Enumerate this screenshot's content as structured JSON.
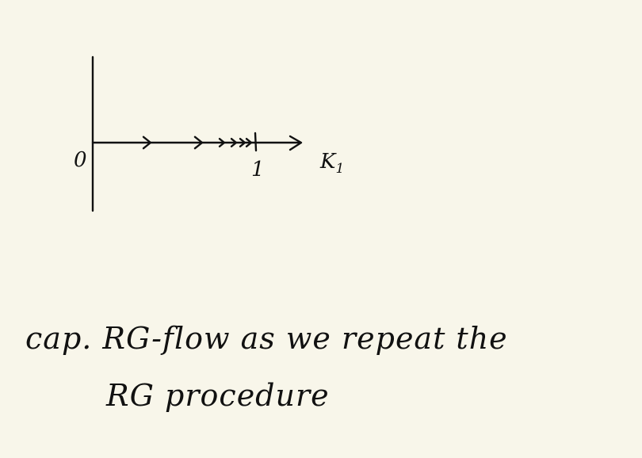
{
  "diagram": {
    "origin_label": "0",
    "tick_label": "1",
    "axis_label": "K",
    "axis_label_subscript": "1",
    "flow_arrow_count": 6
  },
  "caption": {
    "line1": "cap. RG-flow as we repeat the",
    "line2": "RG procedure"
  },
  "colors": {
    "background": "#f8f6ea",
    "ink": "#111111"
  }
}
